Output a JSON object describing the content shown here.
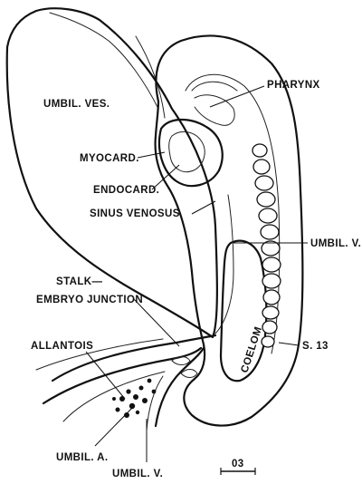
{
  "labels": {
    "pharynx": "PHARYNX",
    "umbil_ves": "UMBIL. VES.",
    "myocard": "MYOCARD.",
    "endocard": "ENDOCARD.",
    "sinus_venosus": "SINUS VENOSUS",
    "umbil_v_right": "UMBIL. V.",
    "stalk": "STALK—",
    "embryo_junction": "EMBRYO JUNCTION",
    "coelom": "COELOM",
    "allantois": "ALLANTOIS",
    "s13": "S. 13",
    "umbil_a": "UMBIL. A.",
    "umbil_v_bottom": "UMBIL. V.",
    "scale": "03"
  },
  "colors": {
    "ink": "#111111",
    "background": "#ffffff"
  }
}
